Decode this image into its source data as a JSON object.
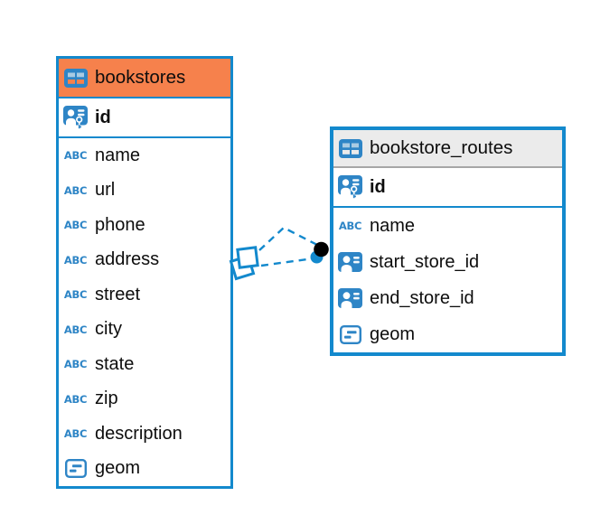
{
  "colors": {
    "accent_blue": "#1389CD",
    "icon_blue": "#2E85C6",
    "header_orange": "#F6814C",
    "header_gray": "#EBEBEB",
    "divider_gray": "#A6A6A6",
    "endpoint_black": "#000000",
    "text": "#0D0D0D"
  },
  "icons": {
    "text_type_label": "ABC"
  },
  "diagram": {
    "tables": [
      {
        "title": "bookstores",
        "primary_key": "id",
        "columns": [
          "name",
          "url",
          "phone",
          "address",
          "street",
          "city",
          "state",
          "zip",
          "description",
          "geom"
        ]
      },
      {
        "title": "bookstore_routes",
        "primary_key": "id",
        "columns": [
          "name",
          "start_store_id",
          "end_store_id",
          "geom"
        ]
      }
    ],
    "relationships": [
      {
        "from_table": "bookstores",
        "to_table": "bookstore_routes",
        "style": "dashed"
      },
      {
        "from_table": "bookstores",
        "to_table": "bookstore_routes",
        "style": "dashed"
      }
    ]
  }
}
